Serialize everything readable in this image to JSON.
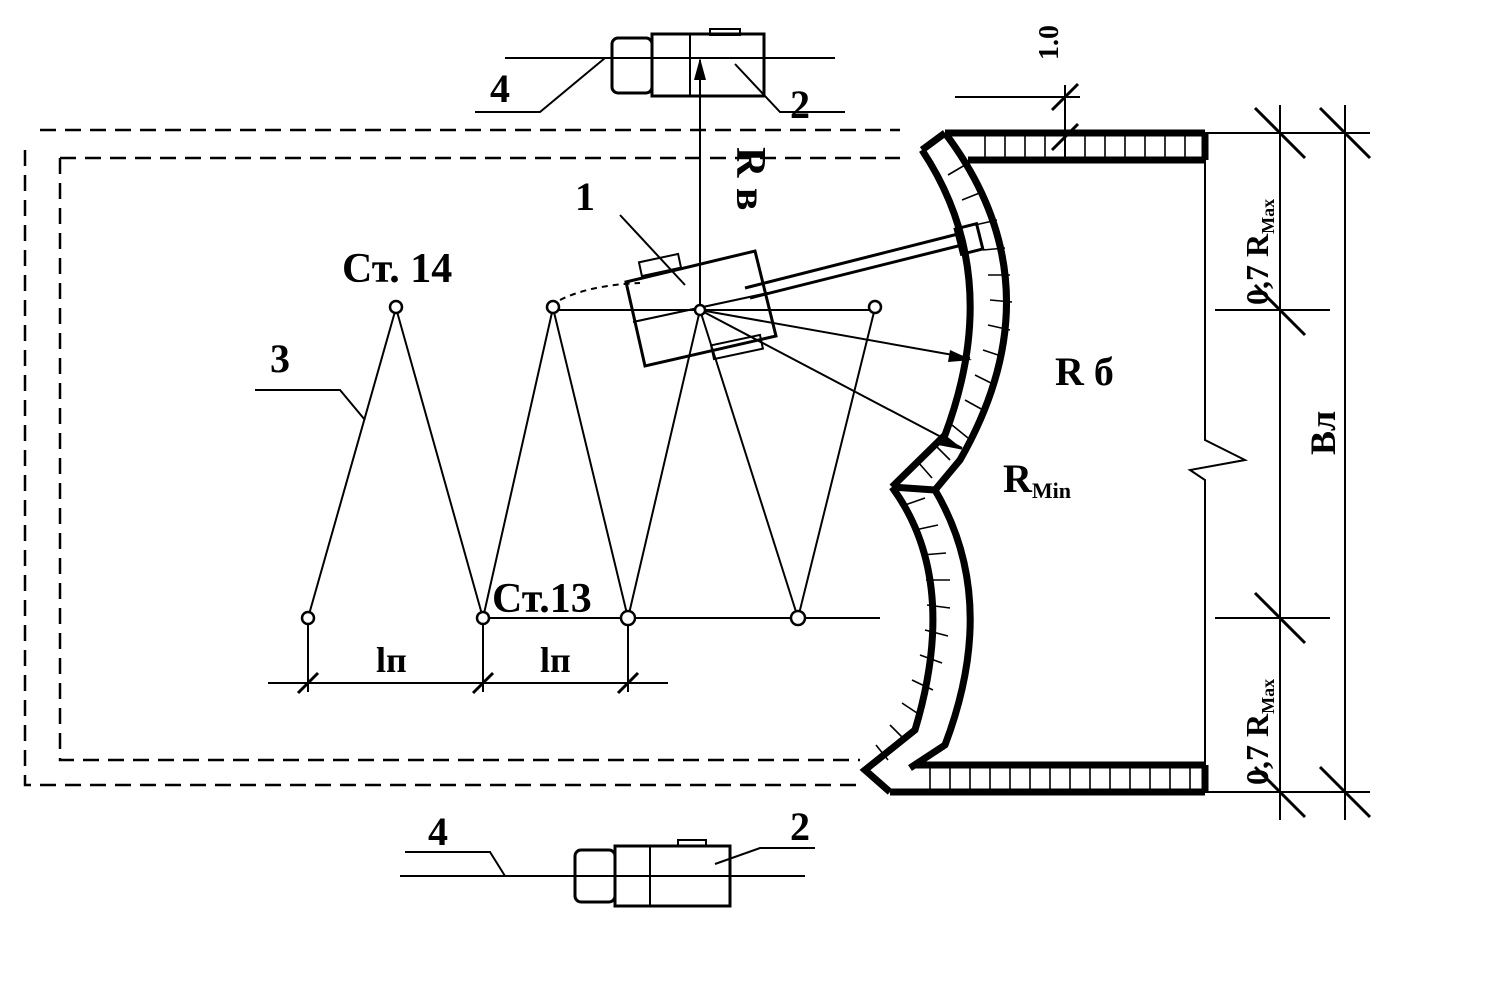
{
  "labels": {
    "item_1": "1",
    "item_2_top": "2",
    "item_2_bottom": "2",
    "item_3": "3",
    "item_4_top": "4",
    "item_4_bottom": "4",
    "station_14": "Ст. 14",
    "station_13": "Ст.13",
    "r_v": "R в",
    "r_b": "R б",
    "r_min": "R",
    "r_min_sub": "Min",
    "span_1": "lп",
    "span_2": "lп",
    "dim_top": "1.0",
    "dim_upper": "0,7 R",
    "dim_upper_sub": "Max",
    "dim_lower": "0,7 R",
    "dim_lower_sub": "Max",
    "width_label": "Вл"
  }
}
